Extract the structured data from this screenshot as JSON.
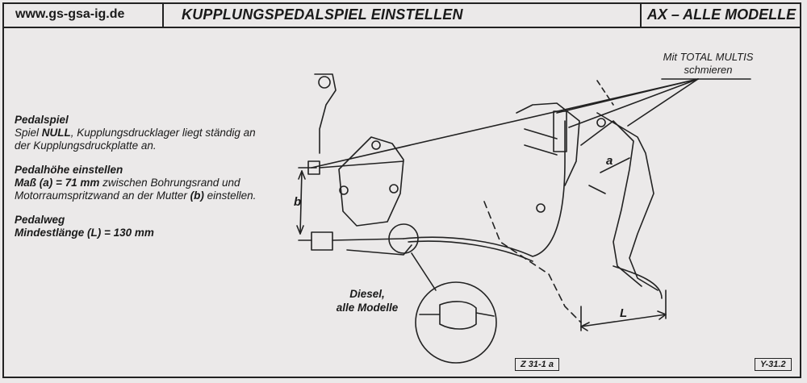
{
  "header": {
    "site": "www.gs-gsa-ig.de",
    "title": "KUPPLUNGSPEDALSPIEL EINSTELLEN",
    "models": "AX – ALLE MODELLE"
  },
  "instructions": {
    "pedalspiel": {
      "heading": "Pedalspiel",
      "text_pre": "Spiel ",
      "text_bold": "NULL",
      "text_post": ", Kupplungsdrucklager liegt ständig an der Kupplungsdruckplatte an."
    },
    "pedalhoehe": {
      "heading": "Pedalhöhe einstellen",
      "bold1": "Maß (a) = 71 mm",
      "text1": " zwischen Bohrungsrand und Motorraumspritzwand an der Mutter ",
      "bold2": "(b)",
      "text2": " einstellen."
    },
    "pedalweg": {
      "heading": "Pedalweg",
      "text": "Mindestlänge (L) = 130 mm"
    }
  },
  "diagram": {
    "note_line1": "Mit TOTAL MULTIS",
    "note_line2": "schmieren",
    "diesel_line1": "Diesel,",
    "diesel_line2": "alle Modelle",
    "label_a": "a",
    "label_b": "b",
    "label_L": "L",
    "ref_figure": "Z 31-1 a",
    "ref_page": "Y-31.2"
  }
}
